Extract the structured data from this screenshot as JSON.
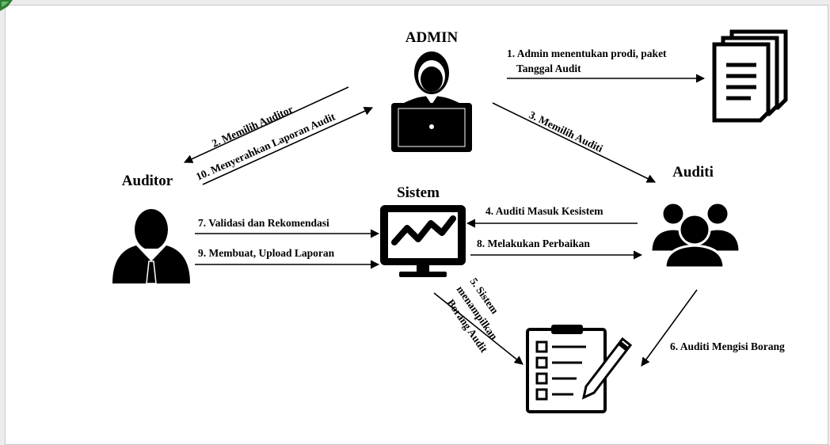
{
  "colors": {
    "ink": "#000000",
    "frame_bg": "#ffffff",
    "page_bg": "#ececec",
    "corner_icon": "#2e7d32"
  },
  "nodes": {
    "admin": {
      "label": "ADMIN",
      "icon": "admin-laptop-icon"
    },
    "auditor": {
      "label": "Auditor",
      "icon": "auditor-person-icon"
    },
    "sistem": {
      "label": "Sistem",
      "icon": "monitor-chart-icon"
    },
    "auditi": {
      "label": "Auditi",
      "icon": "group-icon"
    },
    "documents": {
      "icon": "documents-stack-icon"
    },
    "borang": {
      "icon": "checklist-form-icon"
    }
  },
  "edges": {
    "e1": {
      "line1": "1. Admin menentukan prodi, paket",
      "line2": "Tanggal Audit"
    },
    "e2": "2. Memilih Auditor",
    "e3": "3. Memilih Auditi",
    "e4": "4. Auditi Masuk Kesistem",
    "e5": {
      "line1": "5. Sistem",
      "line2": "menampilkan",
      "line3": "Borang Audit"
    },
    "e6": "6. Auditi Mengisi Borang",
    "e7": "7. Validasi dan Rekomendasi",
    "e8": "8. Melakukan Perbaikan",
    "e9": "9. Membuat, Upload Laporan",
    "e10": "10. Menyerahkan Laporan Audit"
  }
}
